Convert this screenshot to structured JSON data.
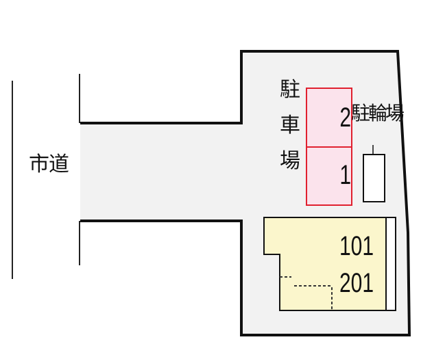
{
  "road_label": "市道",
  "parking": {
    "label_chars": [
      "駐",
      "車",
      "場"
    ],
    "spaces": [
      "2",
      "1"
    ],
    "fill": "#fbe3ec",
    "stroke": "#e0202e"
  },
  "bicycle_parking": {
    "label": "駐輪場"
  },
  "building": {
    "rooms": [
      "101",
      "201"
    ],
    "fill": "#fbf6cc"
  },
  "lot_fill": "#f2f2f2"
}
